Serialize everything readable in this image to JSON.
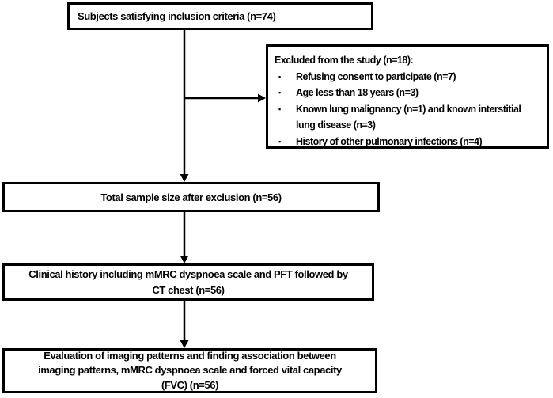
{
  "flowchart": {
    "colors": {
      "border": "#000000",
      "background": "#ffffff",
      "text": "#000000"
    },
    "inclusion": {
      "text": "Subjects satisfying inclusion criteria (n=74)"
    },
    "excluded": {
      "title": "Excluded from the study (n=18):",
      "bullet": "▪",
      "items": [
        [
          "Refusing consent to participate (n=7)"
        ],
        [
          "Age less than 18 years (n=3)"
        ],
        [
          "Known lung malignancy (n=1) and known interstitial",
          "lung disease (n=3)"
        ],
        [
          "History of other pulmonary infections (n=4)"
        ]
      ]
    },
    "total": {
      "text": "Total sample size after exclusion (n=56)"
    },
    "clinical": {
      "lines": [
        "Clinical history including mMRC dyspnoea scale and PFT followed by",
        "CT chest (n=56)"
      ]
    },
    "evaluation": {
      "lines": [
        "Evaluation of imaging patterns and finding association between",
        "imaging patterns, mMRC dyspnoea scale and forced vital capacity",
        "(FVC) (n=56)"
      ]
    }
  }
}
